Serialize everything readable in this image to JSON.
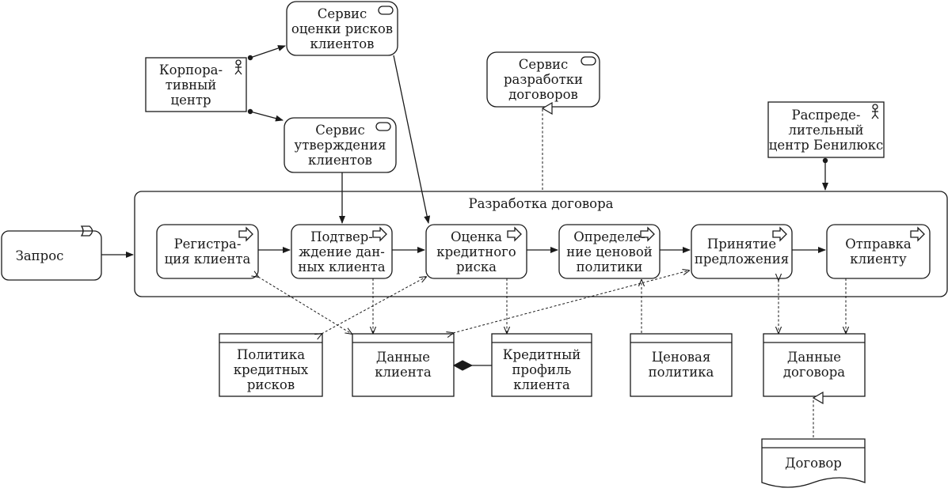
{
  "diagram": {
    "group_label": "Разработка договора",
    "nodes": {
      "request": "Запрос",
      "corp_center": "Корпора-\nтивный центр",
      "risk_service": "Сервис\nоценки рисков\nклиентов",
      "approval_service": "Сервис\nутверждения\nклиентов",
      "contract_service": "Сервис\nразработки\nдоговоров",
      "benelux_center": "Распреде-\nлительный\nцентр Бенилюкс",
      "register_client": "Регистра-\nция клиента",
      "confirm_data": "Подтвер-\nждение дан-\nных клиента",
      "credit_risk": "Оценка\nкредитного\nриска",
      "pricing": "Определе-\nние ценовой\nполитики",
      "accept_offer": "Принятие\nпредложения",
      "send_client": "Отправка\nклиенту",
      "credit_policy": "Политика\nкредитных\nрисков",
      "client_data": "Данные\nклиента",
      "credit_profile": "Кредитный\nпрофиль\nклиента",
      "price_policy": "Ценовая\nполитика",
      "contract_data": "Данные\nдоговора",
      "contract": "Договор"
    }
  }
}
